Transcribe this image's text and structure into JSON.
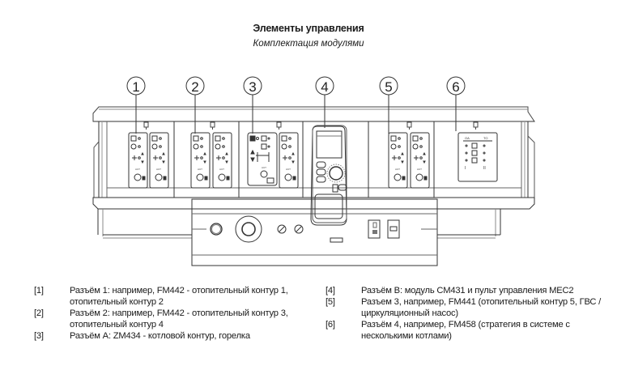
{
  "header": {
    "title": "Элементы управления",
    "subtitle": "Комплектация модулями"
  },
  "callouts": [
    "1",
    "2",
    "3",
    "4",
    "5",
    "6"
  ],
  "panel": {
    "module_labels": {
      "aut": "AUT",
      "fm458_header_left": "OA",
      "fm458_header_right": "TO",
      "fm458_footer_left": "I",
      "fm458_footer_right": "II"
    }
  },
  "legend": {
    "left": [
      {
        "num": "[1]",
        "text": "Разъём 1: например, FM442 - отопительный контур 1, отопительный контур 2"
      },
      {
        "num": "[2]",
        "text": "Разъём 2: например, FM442 - отопительный контур 3, отопительный контур 4"
      },
      {
        "num": "[3]",
        "text": "Разъём A: ZM434 - котловой контур, горелка"
      }
    ],
    "right": [
      {
        "num": "[4]",
        "text": "Разъём B: модуль CM431 и пульт управления MEC2"
      },
      {
        "num": "[5]",
        "text": "Разъем 3, например, FM441 (отопительный контур 5, ГВС / циркуляционный насос)"
      },
      {
        "num": "[6]",
        "text": "Разъём 4, например, FM458 (стратегия в системе с несколькими котлами)"
      }
    ]
  }
}
